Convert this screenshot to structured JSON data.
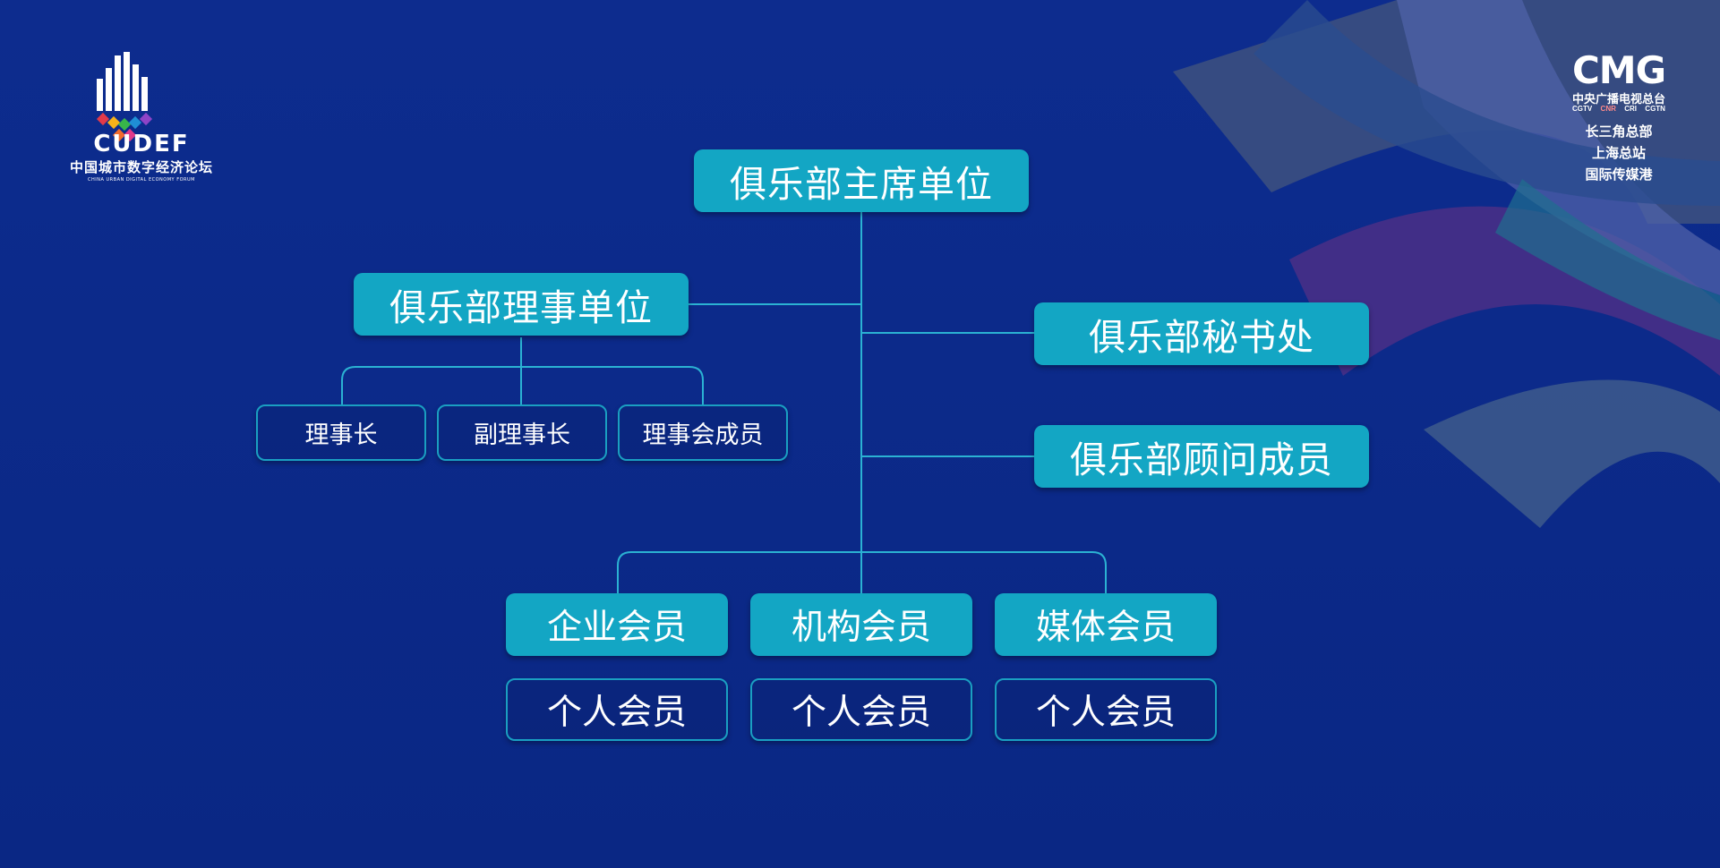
{
  "logos": {
    "cudef": {
      "acronym": "CUDEF",
      "name_cn": "中国城市数字经济论坛",
      "name_en": "CHINA URBAN DIGITAL ECONOMY FORUM"
    },
    "cmg": {
      "acronym": "CMG",
      "name_cn": "中央广播电视总台",
      "sub_brands": [
        "CGTV",
        "CNR",
        "CRI",
        "CGTN"
      ],
      "lines": [
        "长三角总部",
        "上海总站",
        "国际传媒港"
      ]
    }
  },
  "org_chart": {
    "top": "俱乐部主席单位",
    "board": {
      "label": "俱乐部理事单位",
      "children": [
        "理事长",
        "副理事长",
        "理事会成员"
      ]
    },
    "secretariat": "俱乐部秘书处",
    "advisors": "俱乐部顾问成员",
    "members": [
      "企业会员",
      "机构会员",
      "媒体会员"
    ],
    "individuals": [
      "个人会员",
      "个人会员",
      "个人会员"
    ]
  },
  "colors": {
    "background": "#0b2a88",
    "box_fill": "#13a6c4",
    "box_outline": "#1a9fc2",
    "connector": "#2bb2d3",
    "text": "#ffffff"
  }
}
